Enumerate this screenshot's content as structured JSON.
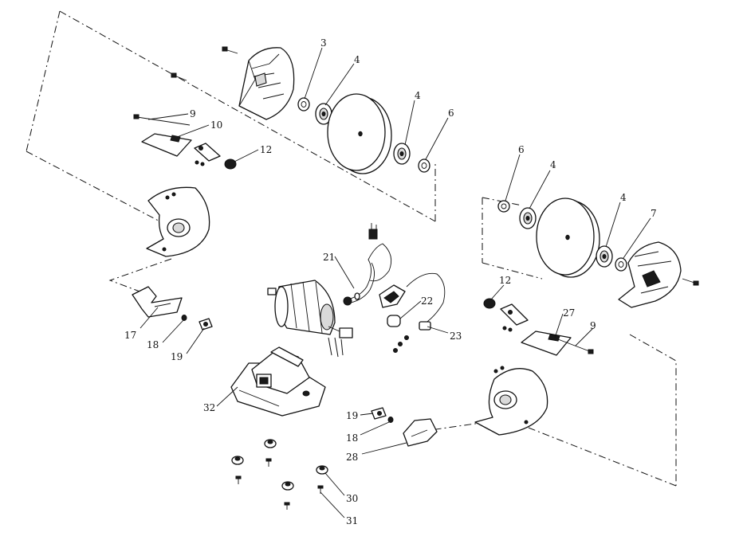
{
  "callouts": {
    "c3": "3",
    "c4a": "4",
    "c4b": "4",
    "c6a": "6",
    "c9a": "9",
    "c10": "10",
    "c12a": "12",
    "c6b": "6",
    "c4c": "4",
    "c4d": "4",
    "c7": "7",
    "c21": "21",
    "c12b": "12",
    "c22": "22",
    "c27": "27",
    "c9b": "9",
    "c23": "23",
    "c17": "17",
    "c18a": "18",
    "c19a": "19",
    "c32": "32",
    "c19b": "19",
    "c18b": "18",
    "c28": "28",
    "c30": "30",
    "c31": "31"
  },
  "colors": {
    "ink": "#111111",
    "paper": "#ffffff"
  }
}
